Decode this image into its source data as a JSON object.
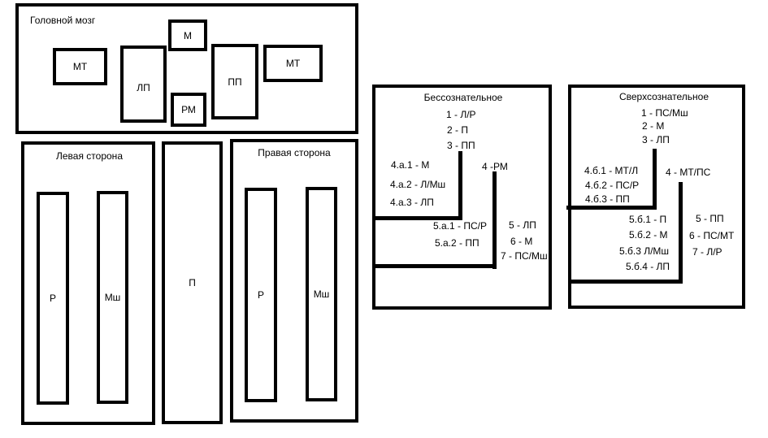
{
  "brain": {
    "title": "Головной мозг",
    "mt_left": "МТ",
    "lp": "ЛП",
    "m": "М",
    "rm": "РМ",
    "pp": "ПП",
    "mt_right": "МТ"
  },
  "left_side": {
    "title": "Левая сторона",
    "r": "Р",
    "msh": "Мш"
  },
  "center": {
    "p": "П"
  },
  "right_side": {
    "title": "Правая сторона",
    "r": "Р",
    "msh": "Мш"
  },
  "unconscious": {
    "title": "Бессознательное",
    "items": [
      "1 - Л/Р",
      "2 - П",
      "3 - ПП"
    ],
    "branch_a": [
      "4.а.1 - М",
      "4.а.2 - Л/Мш",
      "4.а.3 - ЛП"
    ],
    "item4": "4 -РМ",
    "branch_5a": [
      "5.а.1 - ПС/Р",
      "5.а.2 - ПП"
    ],
    "tail": [
      "5 - ЛП",
      "6 - М",
      "7 - ПС/Мш"
    ]
  },
  "superconscious": {
    "title": "Сверхсознательное",
    "items": [
      "1 - ПС/Мш",
      "2 - М",
      "3 - ЛП"
    ],
    "branch_b": [
      "4.б.1 - МТ/Л",
      "4.б.2 - ПС/Р",
      "4.б.3 - ПП"
    ],
    "item4": "4 - МТ/ПС",
    "branch_5b": [
      "5.б.1 - П",
      "5.б.2 - М",
      "5.б.3 Л/Мш",
      "5.б.4 - ЛП"
    ],
    "tail": [
      "5 - ПП",
      "6 - ПС/МТ",
      "7 - Л/Р"
    ]
  }
}
